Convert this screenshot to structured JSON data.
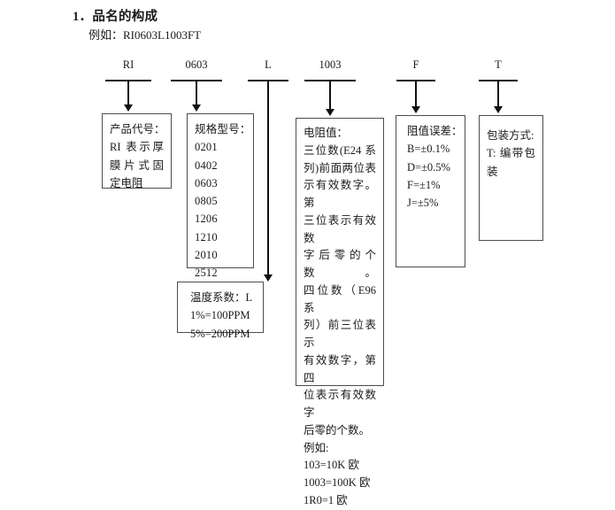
{
  "document": {
    "title": "1．品名的构成",
    "example_line": "例如：RI0603L1003FT"
  },
  "code_labels": [
    {
      "name": "product-code",
      "text": "RI"
    },
    {
      "name": "size-code",
      "text": "0603"
    },
    {
      "name": "temp-coefficient-code",
      "text": "L"
    },
    {
      "name": "resistance-code",
      "text": "1003"
    },
    {
      "name": "tolerance-code",
      "text": "F"
    },
    {
      "name": "packaging-code",
      "text": "T"
    }
  ],
  "boxes": {
    "product_code": {
      "heading": "产品代号：",
      "lines": [
        "RI 表示厚",
        "膜片式固",
        "定电阻"
      ]
    },
    "size_model": {
      "heading": "规格型号：",
      "sizes": [
        "0201",
        "0402",
        "0603",
        "0805",
        "1206",
        "1210",
        "2010",
        "2512"
      ]
    },
    "temp_coefficient": {
      "heading": "温度系数：L",
      "lines": [
        "1%=100PPM",
        "5%=200PPM"
      ]
    },
    "resistance_value": {
      "heading": "电阻值：",
      "lines": [
        "三位数(E24 系",
        "列)前面两位表",
        "示有效数字。第",
        "三位表示有效数",
        "字后零的个数。",
        "四位数（E96 系",
        "列）前三位表示",
        "有效数字，第四",
        "位表示有效数字",
        "后零的个数。"
      ],
      "example_heading": "例如:",
      "examples": [
        "103=10K 欧",
        "1003=100K 欧",
        "1R0=1 欧"
      ]
    },
    "tolerance": {
      "heading": "阻值误差：",
      "lines": [
        "B=±0.1%",
        "D=±0.5%",
        "F=±1%",
        "J=±5%"
      ]
    },
    "packaging": {
      "heading": "包装方式:",
      "lines": [
        "T: 编带包",
        "装"
      ]
    }
  }
}
